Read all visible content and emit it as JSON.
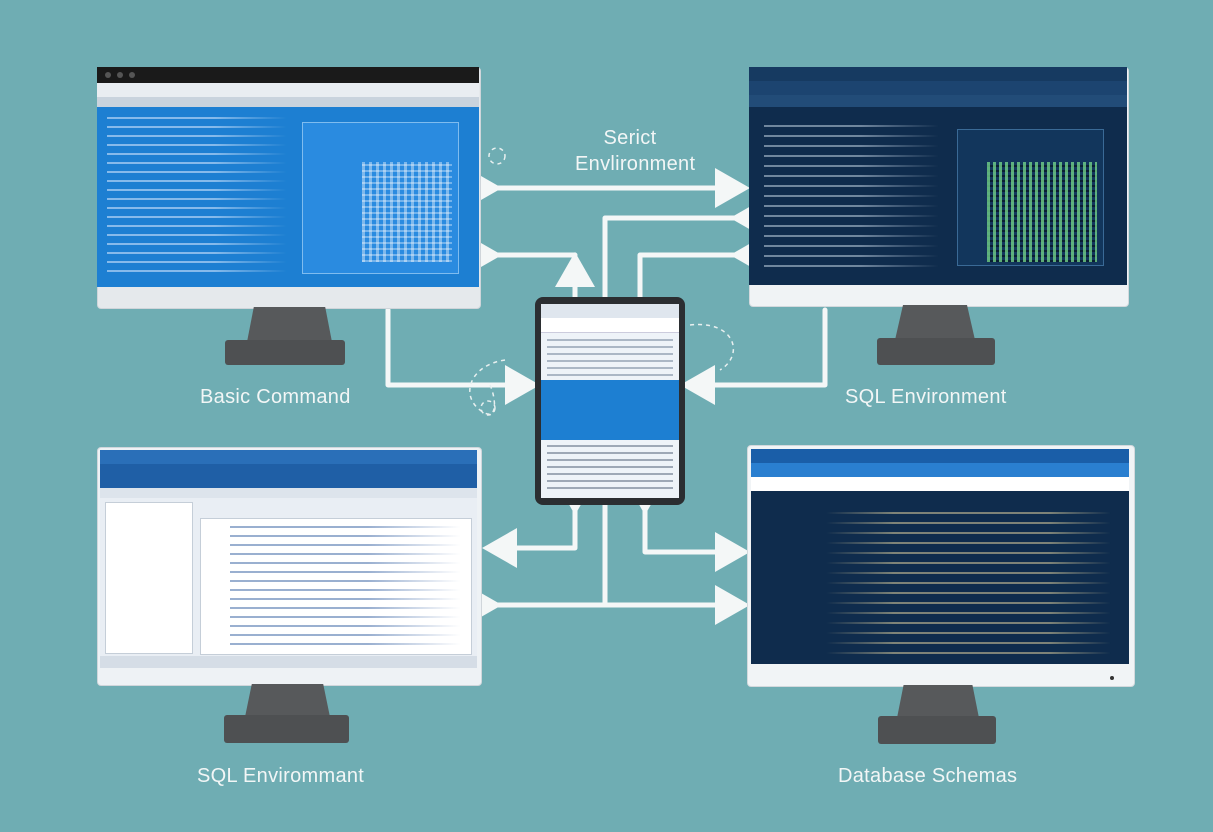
{
  "labels": {
    "basic_command": "Basic Command",
    "script_environment": "Serict Envlironment",
    "sql_environment_right": "SQL Environment",
    "sql_environment_left": "SQL Envirommant",
    "database_schemas": "Database Schemas"
  },
  "colors": {
    "background": "#6fadb3",
    "arrow": "#f4f7f7",
    "stand": "#57595b",
    "screen_blue": "#1d7fd2",
    "screen_navy": "#0f2c4d",
    "screen_light": "#eef3f8"
  }
}
